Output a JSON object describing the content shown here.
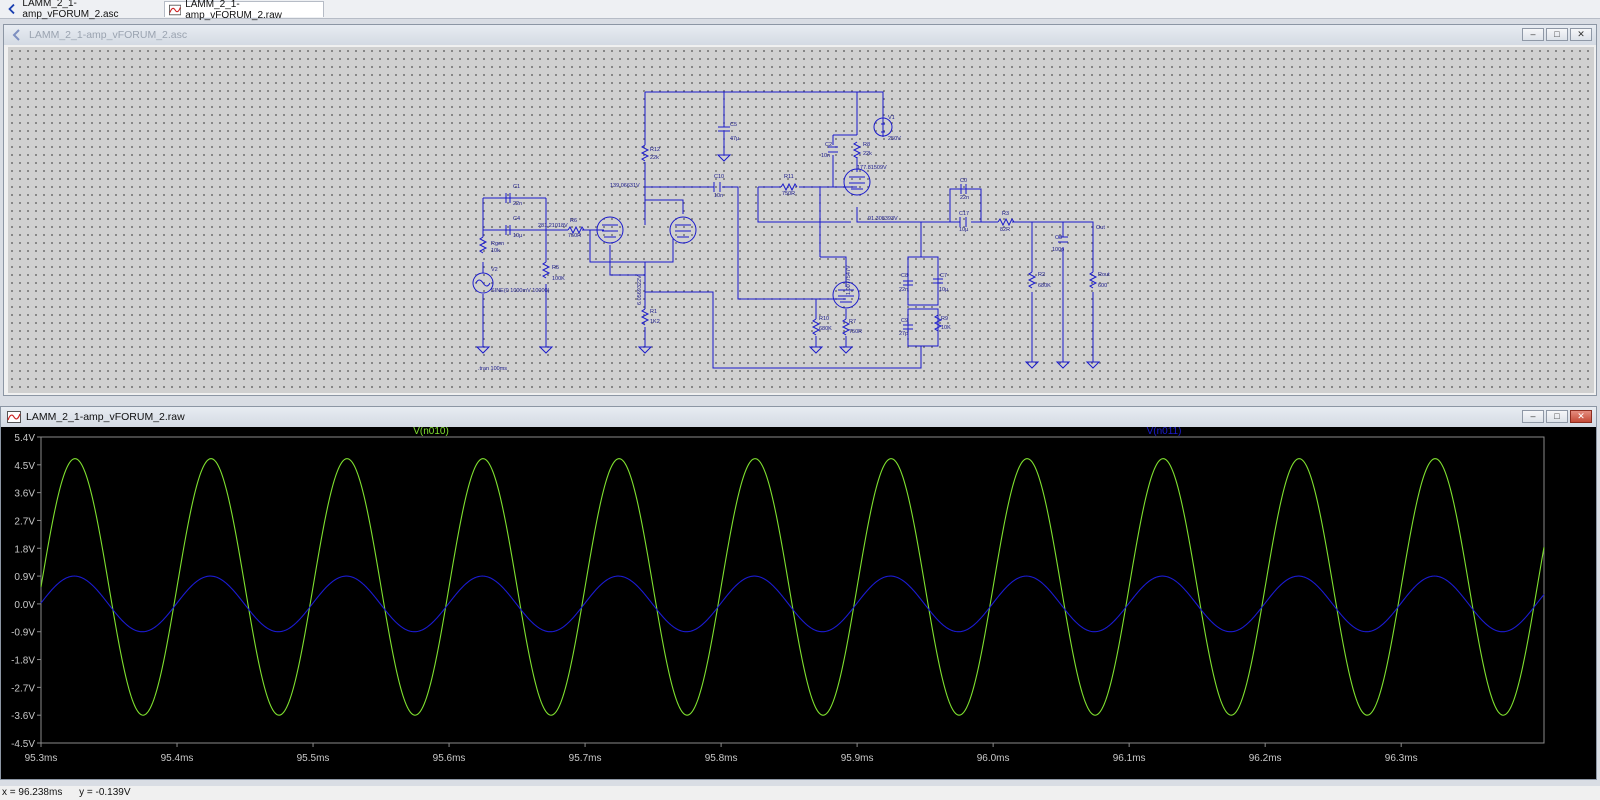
{
  "tabs": [
    {
      "label": "LAMM_2_1-amp_vFORUM_2.asc",
      "icon": "schematic-icon"
    },
    {
      "label": "LAMM_2_1-amp_vFORUM_2.raw",
      "icon": "waveform-icon"
    }
  ],
  "schematic_window": {
    "title": "LAMM_2_1-amp_vFORUM_2.asc",
    "labels": {
      "c1": "C1",
      "c1v": "22n",
      "c4": "C4",
      "c4v": "10µ",
      "r6": "R6",
      "r6v": "750R",
      "rgen": "Rgen",
      "rgenv": "10k",
      "v2": "V2",
      "v2v": "SINE(0 1000mV 10000)",
      "r5": "R5",
      "r5v": "100K",
      "n1": "281.21018V",
      "r12": "R12",
      "r12v": "22k",
      "n2": "139.06631V",
      "c5": "C5",
      "c5v": "47µ",
      "n3": "6.0569322V",
      "r1": "R1",
      "r1v": "1K2",
      "c10": "C10",
      "c10v": "10n",
      "r11": "R11",
      "r11v": "750R",
      "c2": "C2",
      "c2v": "10n",
      "r8": "R8",
      "r8v": "22k",
      "v1": "V1",
      "v1v": "250V",
      "n4": "177.81509V",
      "n5": "1.0077547V",
      "r10": "R10",
      "r10v": "680K",
      "r7": "R7",
      "r7v": "750R",
      "c8": "C8",
      "c8v": "22n",
      "c7": "C7",
      "c7v": "10µ",
      "c9": "C9",
      "c9v": "27p",
      "r9": "R9",
      "r9v": "10K",
      "n6": "91.308393V",
      "c0": "C0",
      "c0v": "22n",
      "c17": "C17",
      "c17v": "10µ",
      "r3": "R3",
      "r3v": "82R",
      "c3": "C3",
      "c3v": "100p",
      "r2": "R2",
      "r2v": "680K",
      "rout": "Rout",
      "routv": "600",
      "out": "Out",
      "tran": ".tran 100ms"
    }
  },
  "wave_window": {
    "title": "LAMM_2_1-amp_vFORUM_2.raw",
    "traces": [
      {
        "name": "V(n010)",
        "color": "#7fe02f"
      },
      {
        "name": "V(n011)",
        "color": "#1b1bd1"
      }
    ],
    "y_ticks": [
      "5.4V",
      "4.5V",
      "3.6V",
      "2.7V",
      "1.8V",
      "0.9V",
      "0.0V",
      "-0.9V",
      "-1.8V",
      "-2.7V",
      "-3.6V",
      "-4.5V"
    ],
    "x_ticks": [
      "95.3ms",
      "95.4ms",
      "95.5ms",
      "95.6ms",
      "95.7ms",
      "95.8ms",
      "95.9ms",
      "96.0ms",
      "96.1ms",
      "96.2ms",
      "96.3ms"
    ]
  },
  "chart_data": {
    "type": "line",
    "title": "",
    "xlabel": "",
    "ylabel": "",
    "xlim": [
      95.3,
      96.405
    ],
    "ylim": [
      -4.5,
      5.4
    ],
    "x_unit": "ms",
    "y_unit": "V",
    "grid": true,
    "series": [
      {
        "name": "V(n010)",
        "color": "#7fe02f",
        "waveform": "sine",
        "amplitude": 4.15,
        "offset": 0.55,
        "frequency_khz": 10,
        "peak_time_ms": 95.325
      },
      {
        "name": "V(n011)",
        "color": "#1b1bd1",
        "waveform": "sine",
        "amplitude": 0.9,
        "offset": 0.0,
        "frequency_khz": 10,
        "peak_time_ms": 95.3245
      }
    ]
  },
  "status": {
    "x": "x = 96.238ms",
    "y": "y = -0.139V"
  }
}
